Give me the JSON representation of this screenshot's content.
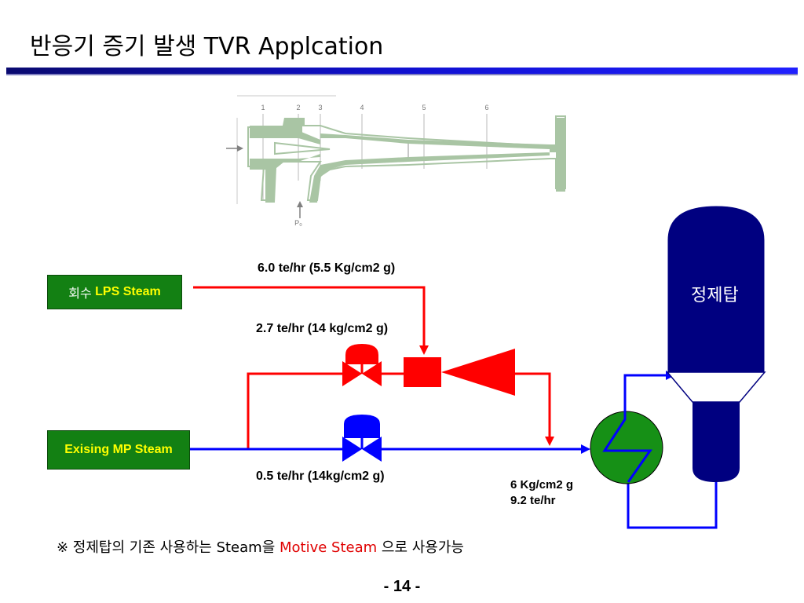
{
  "title": "반응기 증기 발생 TVR Applcation",
  "ejector_drawing": {
    "section_numbers": [
      "1",
      "2",
      "3",
      "4",
      "5",
      "6"
    ],
    "port_label": "P₀"
  },
  "sources": {
    "lps_prefix": "회수",
    "lps_label": "LPS Steam",
    "mp_label": "Exising MP Steam"
  },
  "flows": {
    "lps_flow": "6.0 te/hr  (5.5 Kg/cm2 g)",
    "motive_flow": "2.7 te/hr (14 kg/cm2 g)",
    "bypass_flow": "0.5 te/hr (14kg/cm2 g)",
    "outlet_pressure": "6 Kg/cm2 g",
    "outlet_flow": "9.2 te/hr"
  },
  "tower_label": "정제탑",
  "note": {
    "prefix": "※ 정제탑의 기존 사용하는 Steam을",
    "highlight": "Motive Steam",
    "suffix": "으로 사용가능"
  },
  "page_number": "- 14 -",
  "colors": {
    "steam_red": "#ff0000",
    "steam_blue": "#0000ff",
    "tower_navy": "#000080",
    "source_green": "#138013",
    "exchanger_green": "#169016",
    "drawing_green": "#a9c5a4"
  }
}
